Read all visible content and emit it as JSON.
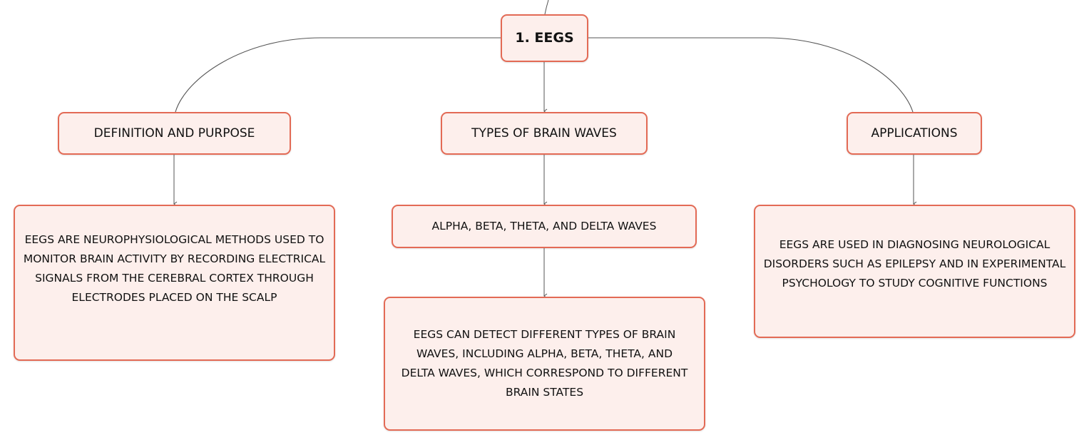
{
  "diagram": {
    "root": {
      "label": "1. EEGS"
    },
    "branches": [
      {
        "label": "DEFINITION AND PURPOSE",
        "children": [
          {
            "label": "EEGS ARE NEUROPHYSIOLOGICAL METHODS USED TO MONITOR BRAIN ACTIVITY BY RECORDING ELECTRICAL SIGNALS FROM THE CEREBRAL CORTEX THROUGH ELECTRODES PLACED ON THE SCALP"
          }
        ]
      },
      {
        "label": "TYPES OF BRAIN WAVES",
        "children": [
          {
            "label": "ALPHA, BETA, THETA, AND DELTA WAVES"
          },
          {
            "label": "EEGS CAN DETECT DIFFERENT TYPES OF BRAIN WAVES, INCLUDING ALPHA, BETA, THETA, AND DELTA WAVES, WHICH CORRESPOND TO DIFFERENT BRAIN STATES"
          }
        ]
      },
      {
        "label": "APPLICATIONS",
        "children": [
          {
            "label": "EEGS ARE USED IN DIAGNOSING NEUROLOGICAL DISORDERS SUCH AS EPILEPSY AND IN EXPERIMENTAL PSYCHOLOGY TO STUDY COGNITIVE FUNCTIONS"
          }
        ]
      }
    ]
  },
  "colors": {
    "node_fill": "#fdefec",
    "node_border": "#e36a55",
    "connector": "#555555",
    "text": "#111111"
  }
}
